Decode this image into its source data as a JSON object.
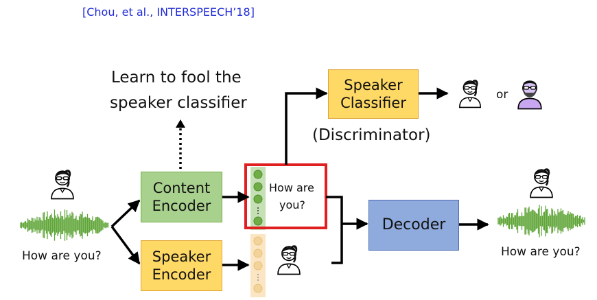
{
  "header": {
    "citation": "[Chou, et al., INTERSPEECH’18]"
  },
  "labels": {
    "fool_line1": "Learn to fool the",
    "fool_line2": "speaker classifier",
    "discriminator": "(Discriminator)",
    "or": "or",
    "input_utterance": "How are you?",
    "output_utterance": "How are you?",
    "content_line1": "How are",
    "content_line2": "you?"
  },
  "blocks": {
    "content_encoder": {
      "line1": "Content",
      "line2": "Encoder"
    },
    "speaker_encoder": {
      "line1": "Speaker",
      "line2": "Encoder"
    },
    "speaker_classifier": {
      "line1": "Speaker",
      "line2": "Classifier"
    },
    "decoder": {
      "label": "Decoder"
    }
  },
  "colors": {
    "content_green": "#a9d18e",
    "speaker_yellow": "#ffd966",
    "decoder_blue": "#8faadc",
    "highlight_red": "#e02020",
    "citation_blue": "#1f2ad6",
    "wave_green": "#5fa538"
  },
  "icons": [
    "female-speaker-icon",
    "male-speaker-icon",
    "waveform-icon"
  ]
}
